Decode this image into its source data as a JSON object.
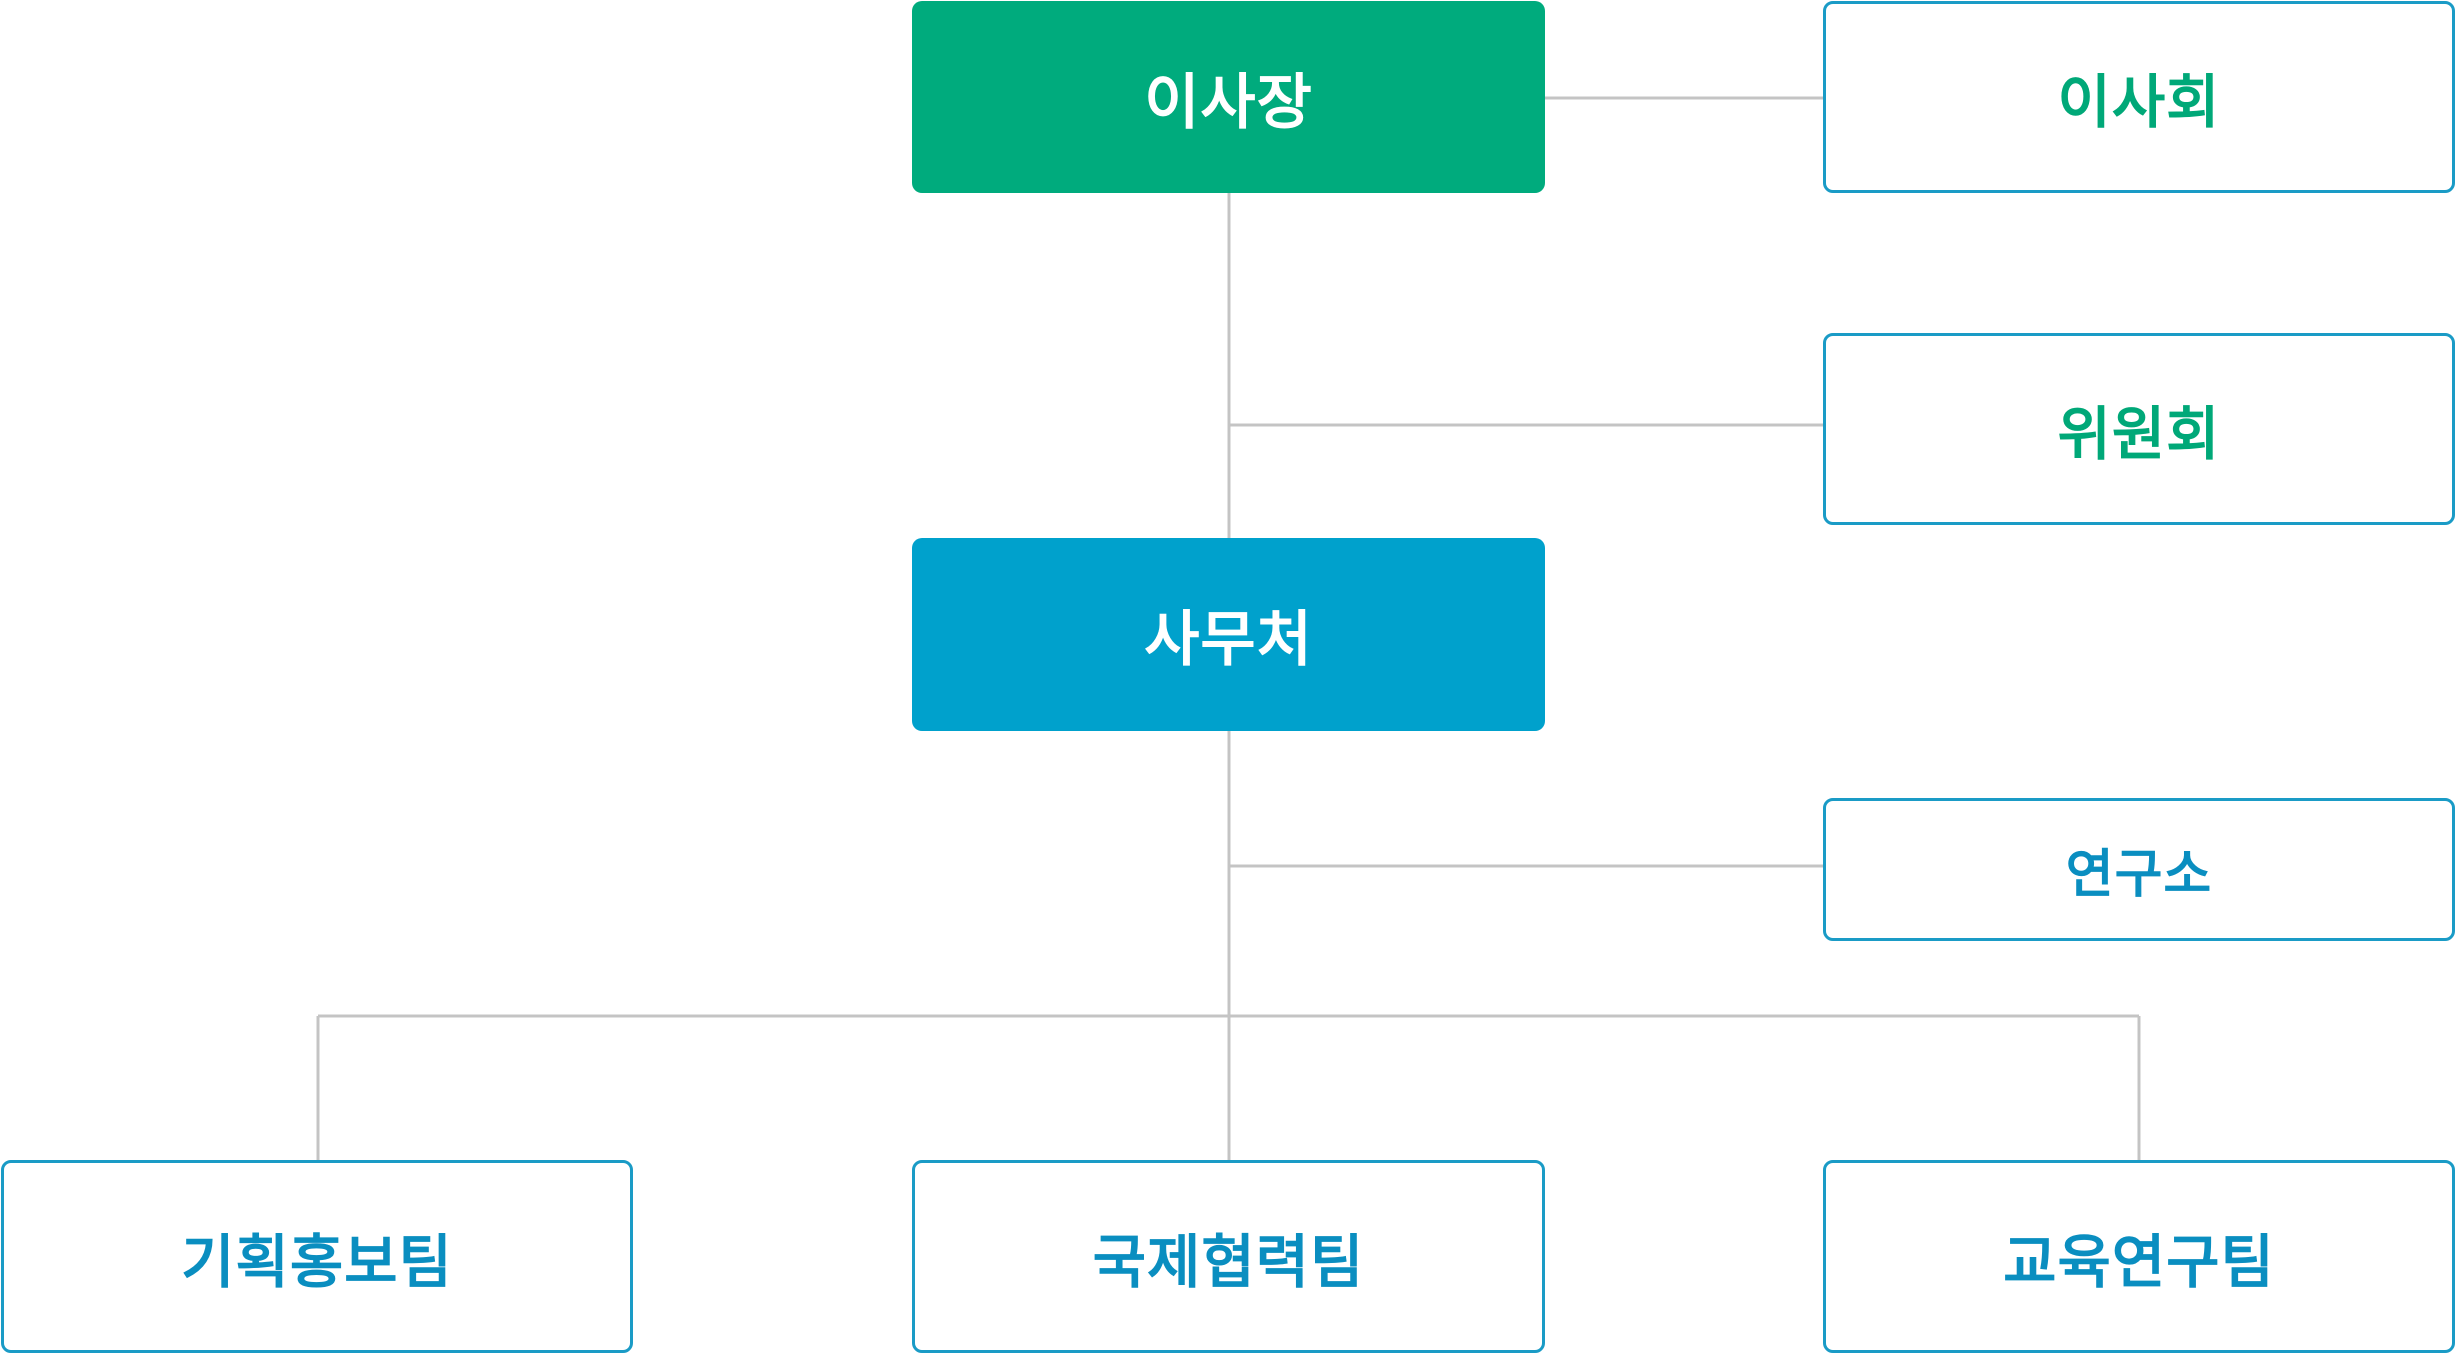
{
  "colors": {
    "chairman_fill": "#00ab7d",
    "secretariat_fill": "#00a1cc",
    "border": "#1a9bc6",
    "green_text": "#00a878",
    "blue_text": "#0a8ec0",
    "line": "#c4c4c4"
  },
  "nodes": {
    "chairman": "이사장",
    "board": "이사회",
    "committee": "위원회",
    "secretariat": "사무처",
    "institute": "연구소",
    "planning_pr_team": "기획홍보팀",
    "intl_cooperation_team": "국제협력팀",
    "education_research_team": "교육연구팀"
  }
}
